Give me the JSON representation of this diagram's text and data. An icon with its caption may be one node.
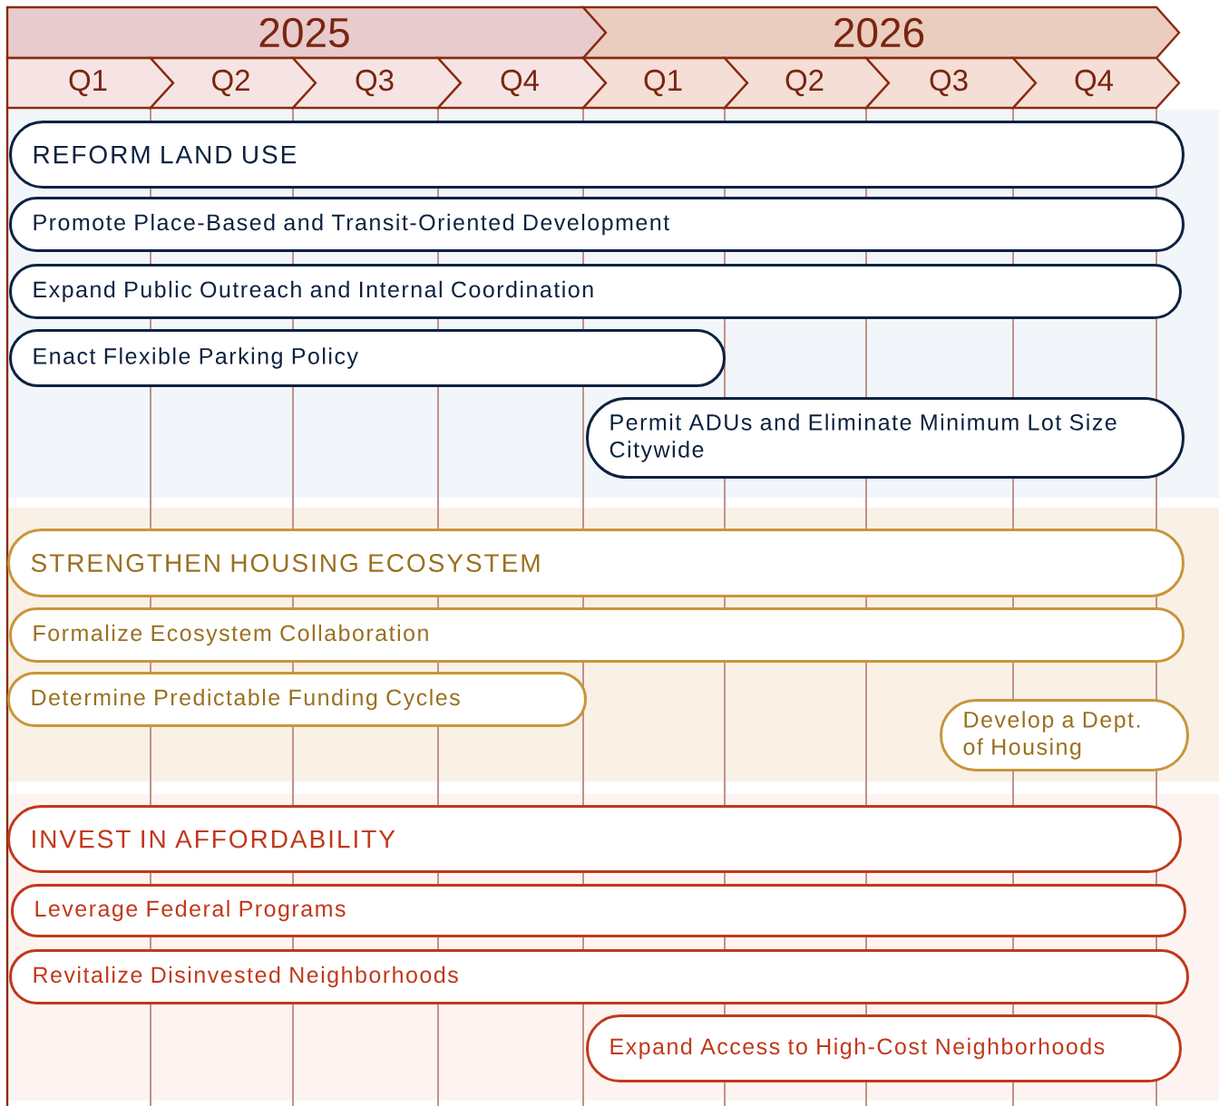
{
  "diagram": {
    "nodes": [
      {
        "text": [
          "2025"
        ]
      },
      {
        "text": [
          "2026"
        ]
      },
      {
        "text": [
          "Q1"
        ]
      },
      {
        "text": [
          "Q2"
        ]
      },
      {
        "text": [
          "Q3"
        ]
      },
      {
        "text": [
          "Q4"
        ]
      },
      {
        "text": [
          "Q1"
        ]
      },
      {
        "text": [
          "Q2"
        ]
      },
      {
        "text": [
          "Q3"
        ]
      },
      {
        "text": [
          "Q4"
        ]
      },
      {
        "text": [
          "REFORM LAND USE"
        ]
      },
      {
        "text": [
          "Promote Place-Based and Transit-Oriented Development"
        ]
      },
      {
        "text": [
          "Expand Public Outreach and Internal Coordination"
        ]
      },
      {
        "text": [
          "Enact Flexible Parking Policy"
        ]
      },
      {
        "text": [
          "Permit ADUs and Eliminate Minimum Lot Size Citywide"
        ]
      },
      {
        "text": [
          "STRENGTHEN HOUSING ECOSYSTEM"
        ]
      },
      {
        "text": [
          "Formalize Ecosystem Collaboration"
        ]
      },
      {
        "text": [
          "Determine Predictable Funding Cycles"
        ]
      },
      {
        "text": [
          "Develop a Dept. of Housing"
        ]
      },
      {
        "text": [
          "INVEST IN AFFORDABILITY"
        ]
      },
      {
        "text": [
          "Leverage Federal Programs"
        ]
      },
      {
        "text": [
          "Revitalize Disinvested Neighborhoods"
        ]
      },
      {
        "text": [
          "Expand Access to High-Cost Neighborhoods"
        ]
      }
    ]
  }
}
